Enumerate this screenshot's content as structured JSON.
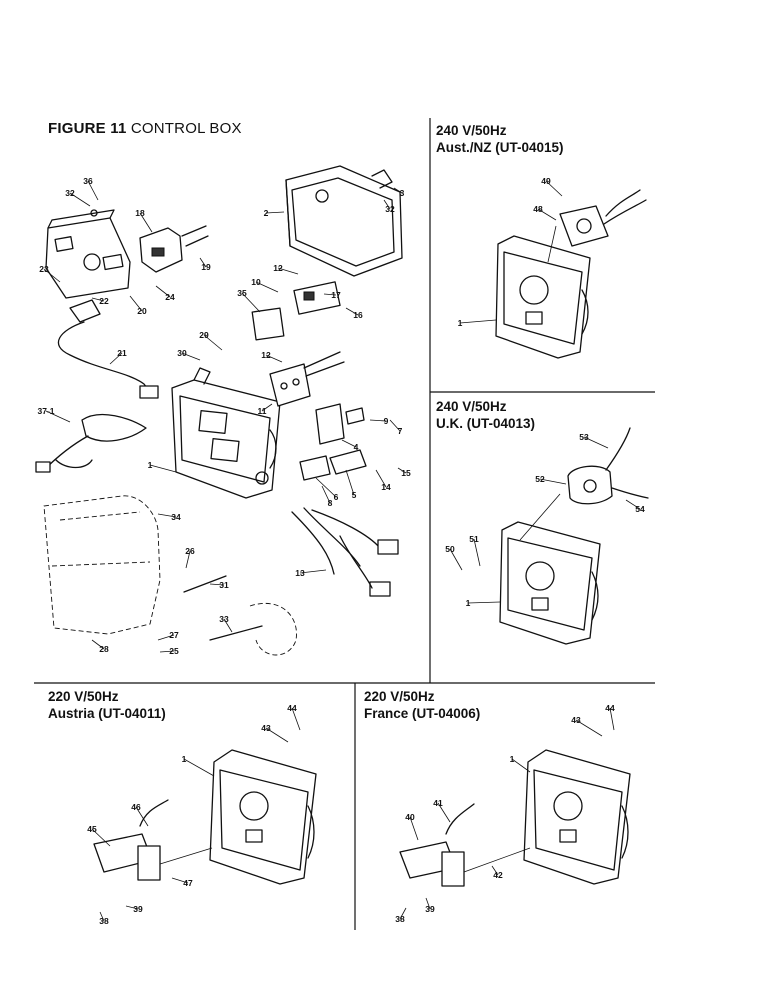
{
  "figure": {
    "label": "FIGURE 11",
    "name": "CONTROL BOX"
  },
  "sections": {
    "aus_nz": {
      "voltage": "240 V/50Hz",
      "region": "Aust./NZ (UT-04015)"
    },
    "uk": {
      "voltage": "240 V/50Hz",
      "region": "U.K. (UT-04013)"
    },
    "austria": {
      "voltage": "220 V/50Hz",
      "region": "Austria (UT-04011)"
    },
    "france": {
      "voltage": "220 V/50Hz",
      "region": "France (UT-04006)"
    }
  },
  "callouts": {
    "main": [
      "36",
      "32",
      "18",
      "19",
      "23",
      "22",
      "24",
      "20",
      "21",
      "37-1",
      "2",
      "3",
      "32",
      "12",
      "10",
      "17",
      "35",
      "16",
      "29",
      "30",
      "12",
      "11",
      "7",
      "8",
      "4",
      "9",
      "15",
      "6",
      "5",
      "14",
      "1",
      "34",
      "26",
      "31",
      "33",
      "27",
      "28",
      "25",
      "13"
    ],
    "aus_nz": [
      "49",
      "48",
      "1"
    ],
    "uk": [
      "53",
      "52",
      "54",
      "50",
      "51",
      "1"
    ],
    "austria": [
      "44",
      "43",
      "1",
      "46",
      "45",
      "47",
      "38",
      "39"
    ],
    "france": [
      "44",
      "43",
      "1",
      "41",
      "40",
      "42",
      "38",
      "39"
    ]
  }
}
